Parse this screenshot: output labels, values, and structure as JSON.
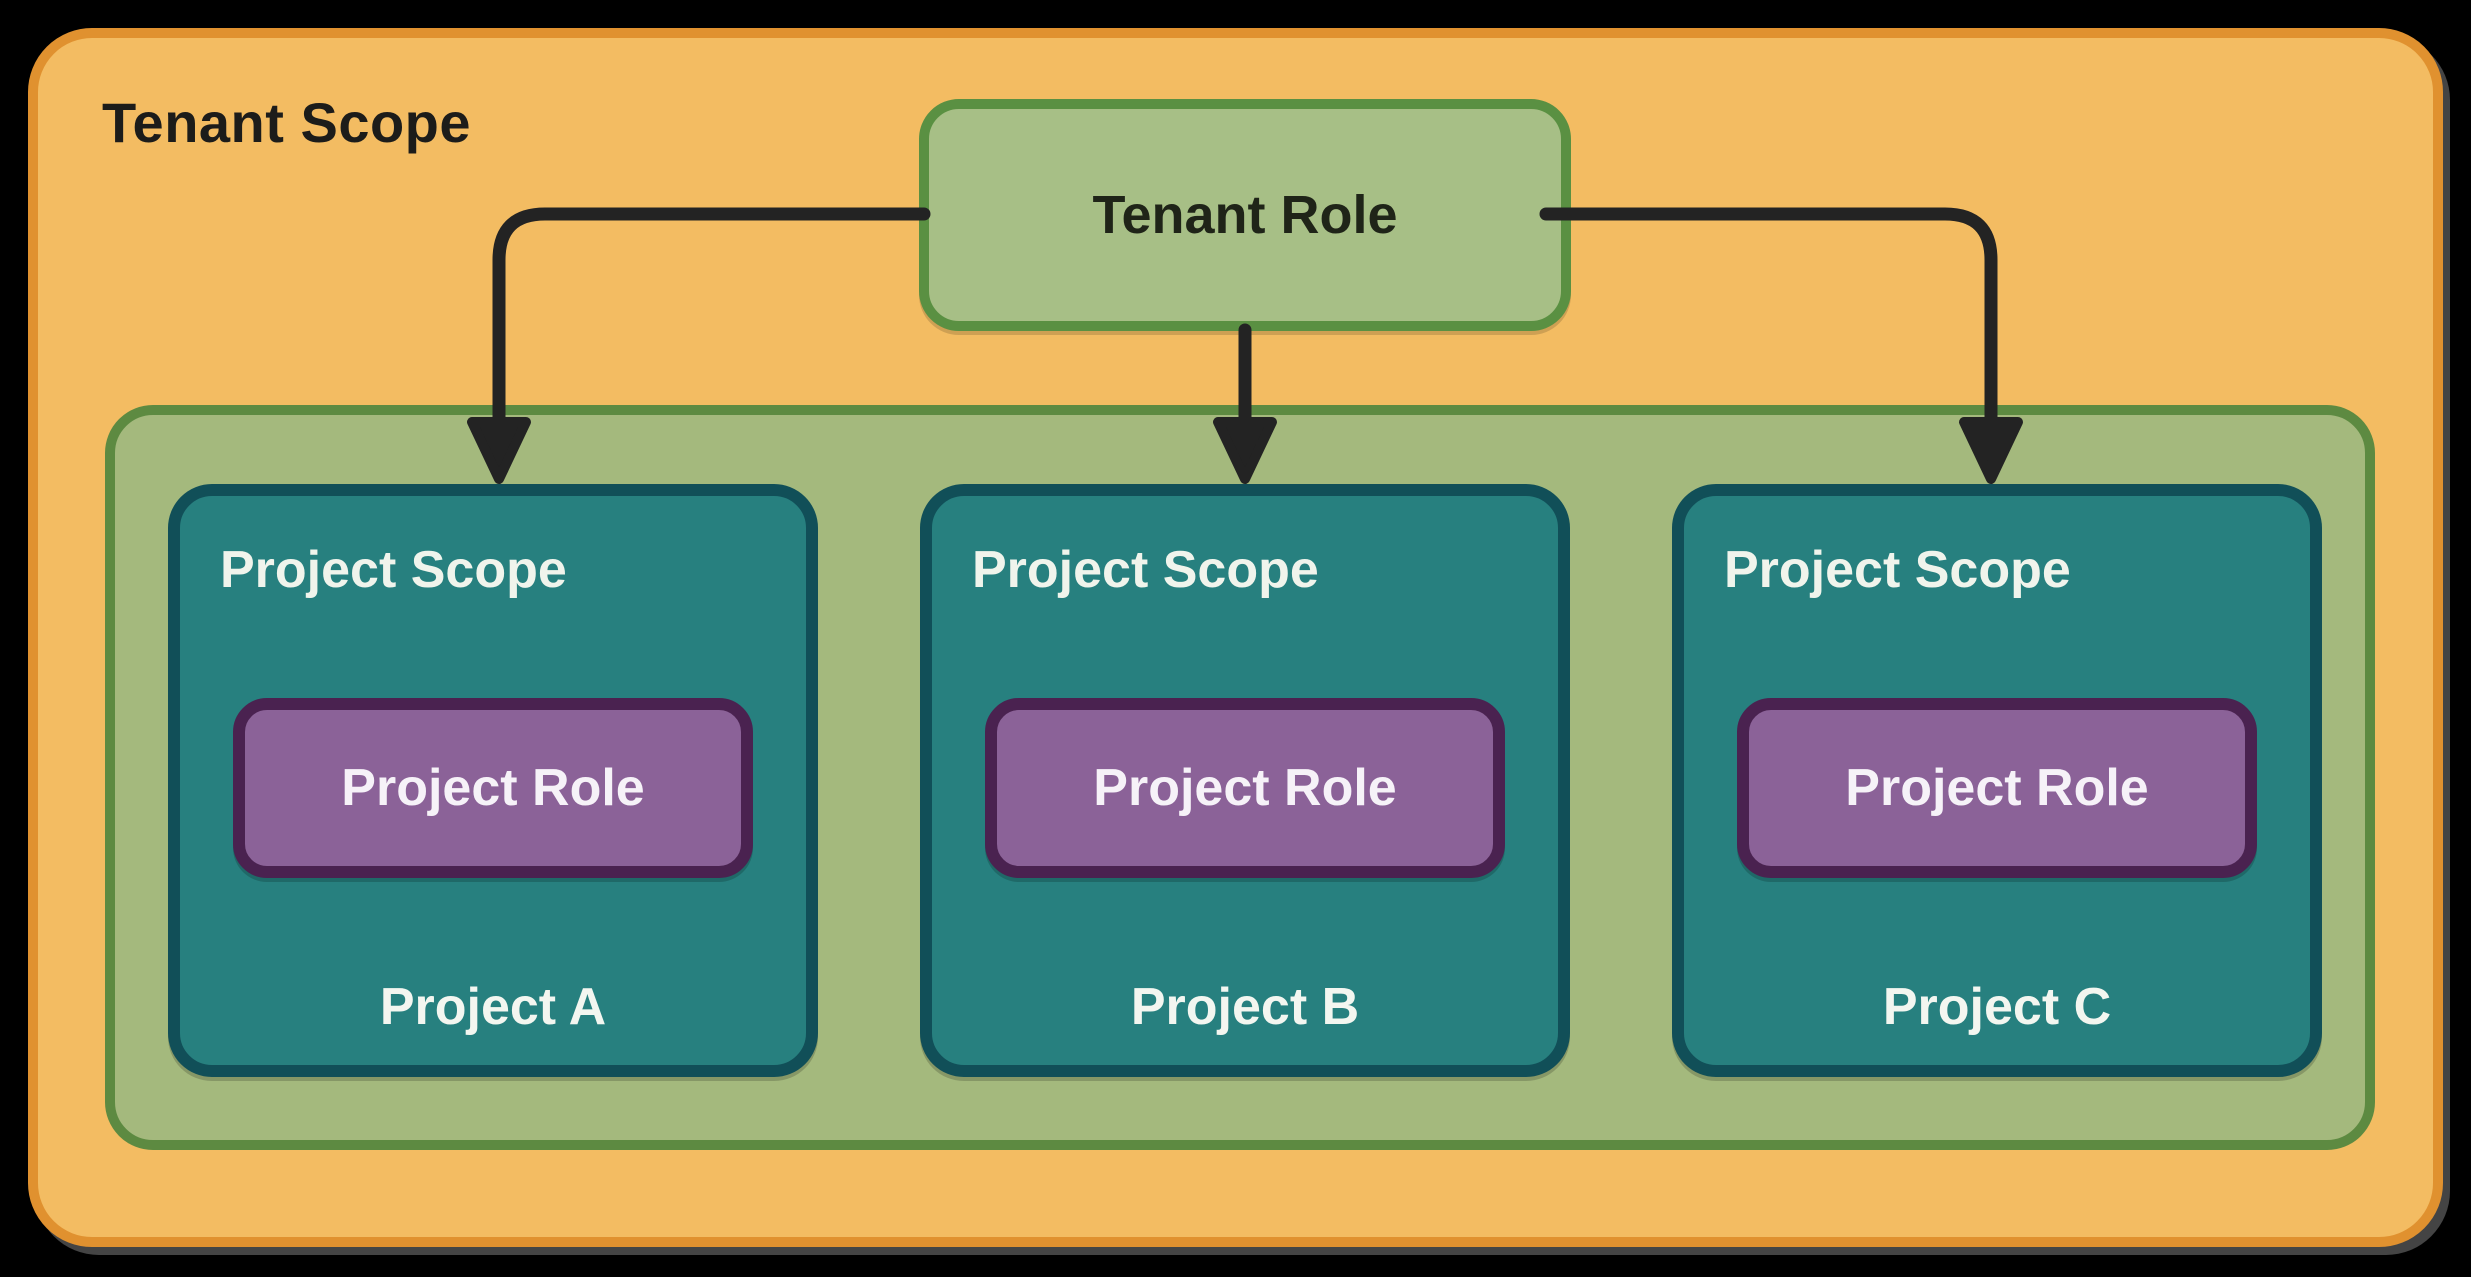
{
  "background_color": "#000000",
  "diagram": {
    "tenant_scope": {
      "label": "Tenant Scope",
      "fill": "#f3bc62",
      "border_color": "#e0912f",
      "text_color": "#1c1c1a"
    },
    "tenant_role": {
      "label": "Tenant Role",
      "fill": "#a7bf86",
      "border_color": "#5a9042",
      "text_color": "#1f2418"
    },
    "project_container": {
      "fill": "#a4b97d",
      "border_color": "#5d8a41"
    },
    "project_scope_style": {
      "fill": "#27807f",
      "border_color": "#114f58",
      "text_color": "#f0f4ec"
    },
    "project_role_style": {
      "fill": "#8b6298",
      "border_color": "#4a2250",
      "text_color": "#f6f2f8"
    },
    "projects": [
      {
        "scope_label": "Project Scope",
        "role_label": "Project Role",
        "project_label": "Project A"
      },
      {
        "scope_label": "Project Scope",
        "role_label": "Project Role",
        "project_label": "Project B"
      },
      {
        "scope_label": "Project Scope",
        "role_label": "Project Role",
        "project_label": "Project C"
      }
    ],
    "arrows": {
      "color": "#232323",
      "connections": [
        "tenant-role to project-a",
        "tenant-role to project-b",
        "tenant-role to project-c"
      ]
    }
  }
}
